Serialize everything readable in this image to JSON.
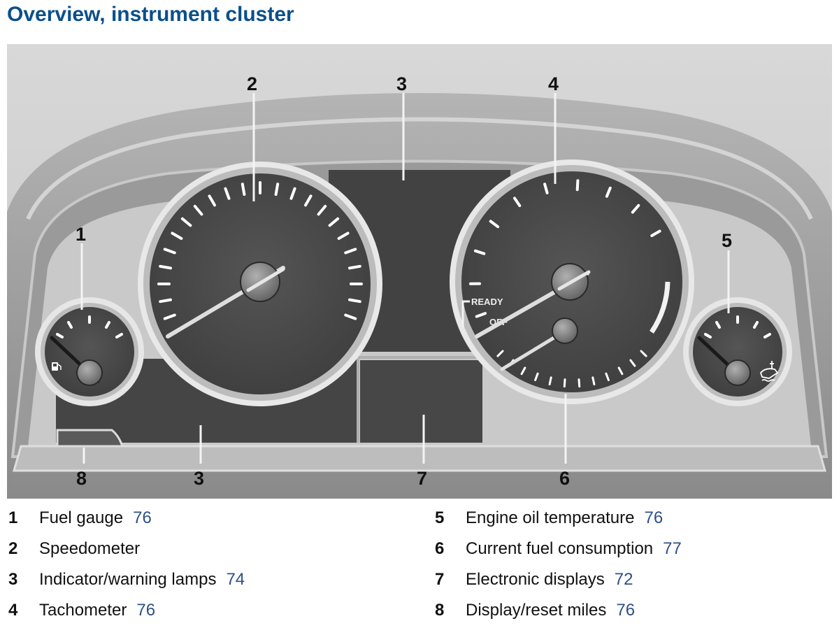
{
  "page": {
    "title": "Overview, instrument cluster"
  },
  "figure": {
    "callouts": [
      "1",
      "2",
      "3",
      "4",
      "5",
      "6",
      "3",
      "7",
      "8"
    ],
    "tachometer_labels": {
      "ready": "READY",
      "off": "OFF"
    },
    "icons": [
      "fuel-pump-icon",
      "oil-temperature-icon"
    ]
  },
  "legend": {
    "left": [
      {
        "num": "1",
        "text": "Fuel gauge",
        "page": "76"
      },
      {
        "num": "2",
        "text": "Speedometer",
        "page": ""
      },
      {
        "num": "3",
        "text": "Indicator/warning lamps",
        "page": "74"
      },
      {
        "num": "4",
        "text": "Tachometer",
        "page": "76"
      }
    ],
    "right": [
      {
        "num": "5",
        "text": "Engine oil temperature",
        "page": "76"
      },
      {
        "num": "6",
        "text": "Current fuel consumption",
        "page": "77"
      },
      {
        "num": "7",
        "text": "Electronic displays",
        "page": "72"
      },
      {
        "num": "8",
        "text": "Display/reset miles",
        "page": "76"
      }
    ]
  }
}
